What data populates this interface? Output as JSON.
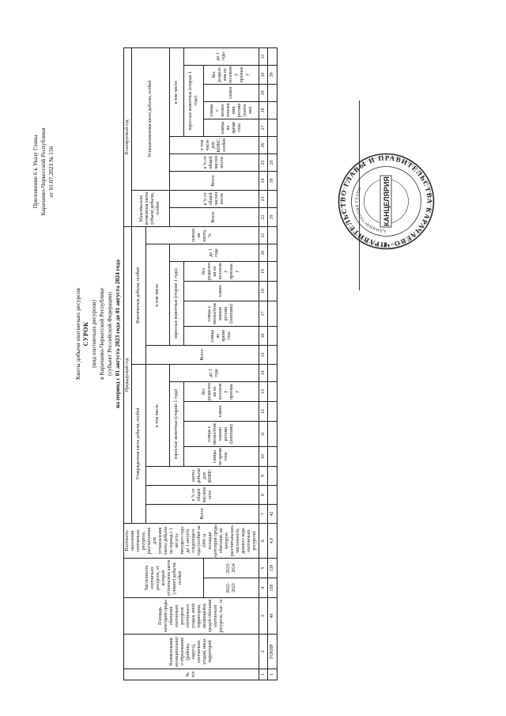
{
  "appendix": {
    "line1": "Приложение 6 к Указу Главы",
    "line2": "Карачаево-Черкесской Республики",
    "line3": "от 01.07.2023 № 156"
  },
  "titles": {
    "t1": "Квоты добычи охотничьих ресурсов",
    "t2": "СУРОК",
    "t3": "(вид охотничьих ресурсов)",
    "t4": "в Карачаево-Черкесской Республике",
    "t5": "(субъект Российской Федерации)",
    "t6": "на период с 01 августа 2023 года до 01 августа 2024 года"
  },
  "table": {
    "h_no": "№ п/п",
    "h_name": "Наименование муниципального образования (районы, округа), охотничьих угодий, иных территорий",
    "h_area": "Площадь категорий среды обитания охотничьих ресурсов охотничьего угодья, иной территории, являющейся средой обитания охотничьих ресурсов, тыс. га",
    "h_count": "Численность охотничьих ресурсов, от которой установлена квота (лимит) добычи, особей",
    "h_y1": "2022-2023",
    "h_y2": "2023-2024",
    "h_density": "Плотность населения охотничьих ресурсов, рассчитанная для установления квоты добычи на период с 1 августа текущего года до 1 августа следующего года (особей на 1000 га площади категорий среды обитания, на которую рассчитывалась численность данного вида охотничьих ресурсов)",
    "h_prev_year": "Предыдущий год",
    "h_plan_year": "Планируемый год",
    "h_prev_quota": "Утвержденная квота добычи, особей",
    "h_actual": "Фактическая добыча, особей",
    "h_max_quota": "Максимально возможная квота (объем) добычи, особей",
    "h_plan_quota": "Устанавливаемая квота добычи, особей",
    "h_total": "Всего",
    "h_pct_total": "в % от общей численности",
    "h_incl": "в том числе:",
    "h_quota_kmns": "квоты добычи для КМНС",
    "h_kmns_plan": "в том числе для КМНС, особей",
    "h_pct_quota": "освоение квоты, %",
    "h_incl2": "в том числе:",
    "h_adult": "взрослые животные (старше 1 года)",
    "h_no_sex": "без разделения по половому признаку",
    "h_under1": "до 1 года",
    "h_males_rut": "самцы во время гона",
    "h_males_horns": "самцы с неокостеневшими рогами (пантами)",
    "h_females": "самки",
    "h_col_nums": [
      "1",
      "2",
      "3",
      "4",
      "5",
      "6",
      "7",
      "8",
      "9",
      "10",
      "11",
      "12",
      "13",
      "14",
      "15",
      "16",
      "17",
      "18",
      "19",
      "20",
      "21",
      "22",
      "23",
      "24",
      "25",
      "26",
      "27",
      "28",
      "29",
      "30",
      "31"
    ],
    "row": [
      "1",
      "ГОХНР",
      "40",
      "158",
      "139",
      "4,9",
      "42",
      "",
      "",
      "",
      "",
      "",
      "",
      "",
      "",
      "",
      "",
      "",
      "",
      "",
      "",
      "39",
      "",
      "39",
      "20",
      "",
      "",
      "",
      "",
      "39",
      ""
    ]
  },
  "stamp": {
    "outer_text": "ПРАВИТЕЛЬСТВО ГЛАВЫ И ПРАВИТЕЛЬСТВА КАРАЧАЕВО-ЧЕРКЕССКОЙ РЕСПУБЛИКИ",
    "center_text": "КАНЦЕЛЯРИЯ",
    "inner_text": "АДМИНИСТРАЦИЯ ГЛАВЫ"
  }
}
